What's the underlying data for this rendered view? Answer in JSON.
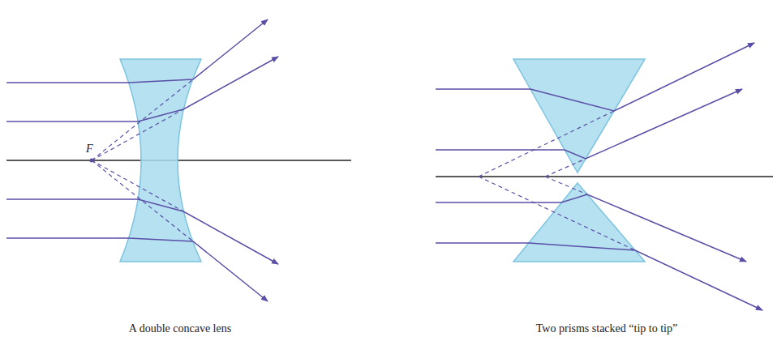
{
  "diagram": {
    "labels": [
      "F",
      "A double concave lens",
      "Two prisms stacked “tip to tip”"
    ]
  }
}
